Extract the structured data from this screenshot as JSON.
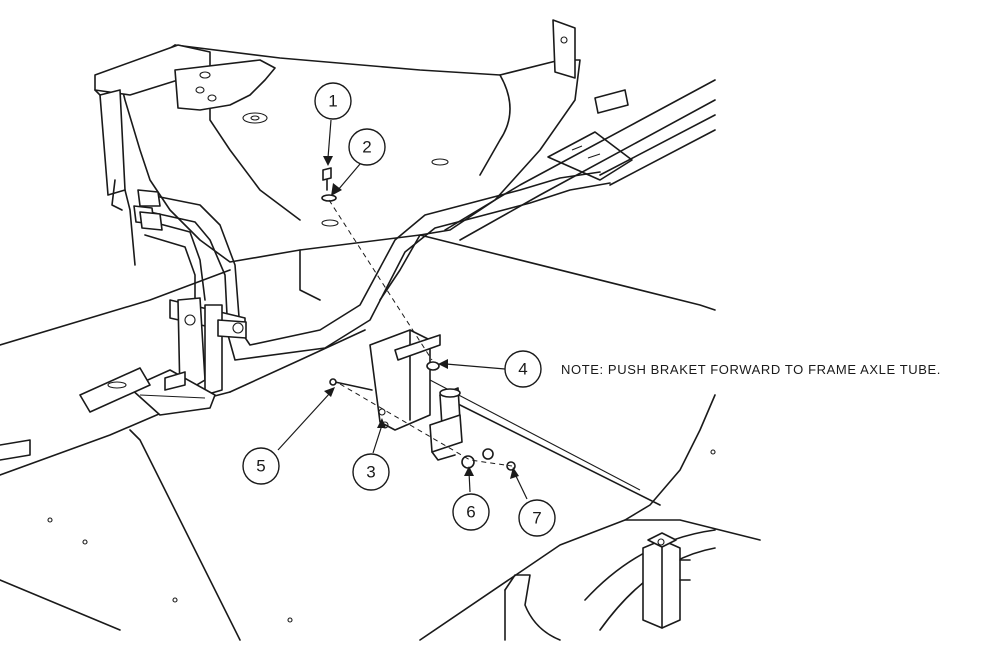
{
  "note": "NOTE: PUSH BRAKET FORWARD TO FRAME AXLE TUBE.",
  "callouts": [
    {
      "id": "callout-1",
      "label": "1"
    },
    {
      "id": "callout-2",
      "label": "2"
    },
    {
      "id": "callout-3",
      "label": "3"
    },
    {
      "id": "callout-4",
      "label": "4"
    },
    {
      "id": "callout-5",
      "label": "5"
    },
    {
      "id": "callout-6",
      "label": "6"
    },
    {
      "id": "callout-7",
      "label": "7"
    }
  ]
}
